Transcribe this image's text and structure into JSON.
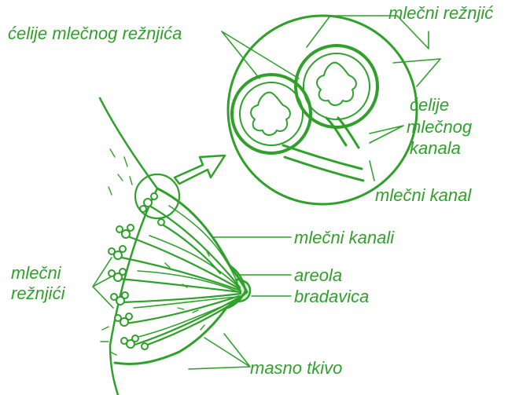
{
  "colors": {
    "ink": "#2fa12b",
    "background": "#ffffff"
  },
  "labels": {
    "lobule_cells": "ćelije mlečnog režnjića",
    "lobule": "mlečni režnjić",
    "duct_cells": [
      "ćelije",
      "mlečnog",
      "kanala"
    ],
    "duct": "mlečni kanal",
    "ducts": "mlečni kanali",
    "areola": "areola",
    "nipple": "bradavica",
    "fat": "masno tkivo",
    "lobules": [
      "mlečni",
      "režnjići"
    ]
  }
}
